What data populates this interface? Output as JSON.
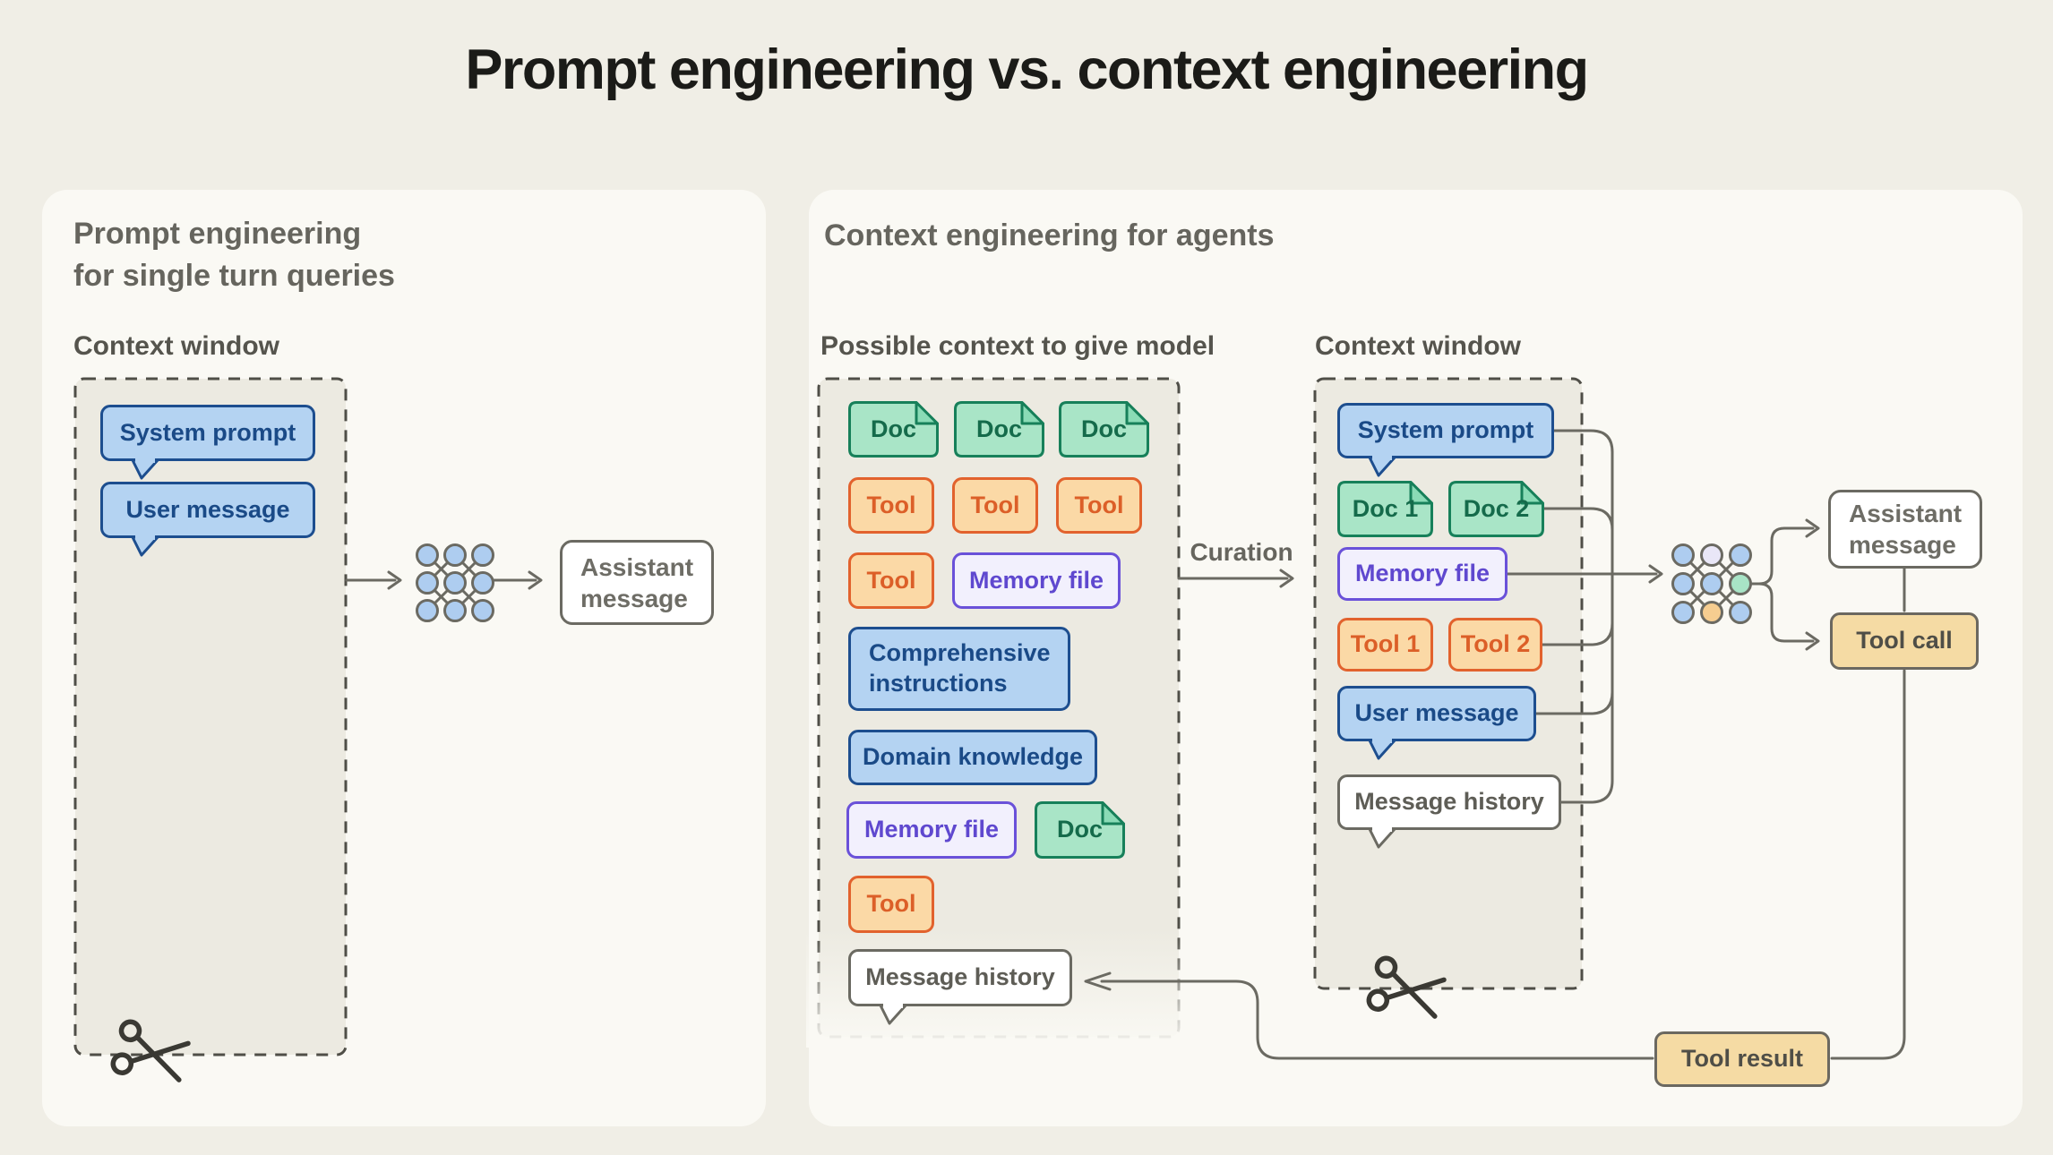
{
  "title": "Prompt engineering vs. context engineering",
  "left_panel": {
    "heading_line1": "Prompt engineering",
    "heading_line2": "for single turn queries",
    "context_window_label": "Context window"
  },
  "right_panel": {
    "heading": "Context engineering for agents",
    "possible_context_label": "Possible context to give model",
    "context_window_label": "Context window",
    "curation_label": "Curation"
  },
  "labels": {
    "system_prompt": "System prompt",
    "user_message": "User message",
    "assistant_message": "Assistant message",
    "doc": "Doc",
    "doc1": "Doc 1",
    "doc2": "Doc 2",
    "tool": "Tool",
    "tool1": "Tool 1",
    "tool2": "Tool 2",
    "memory_file": "Memory file",
    "comprehensive_instructions": "Comprehensive instructions",
    "domain_knowledge": "Domain knowledge",
    "message_history": "Message history",
    "tool_call": "Tool call",
    "tool_result": "Tool result"
  },
  "icons": [
    "neural-network-icon",
    "scissors-icon"
  ],
  "colors": {
    "page_bg": "#F0EEE6",
    "panel_bg": "#FAF9F4",
    "dashed_box_bg": "#ECEAE1",
    "dash_stroke": "#4F4E47",
    "line": "#6B6A62",
    "blue_fill": "#B4D3F2",
    "blue_border": "#1D4E8F",
    "green_fill": "#A9E5C7",
    "green_border": "#17805A",
    "orange_fill": "#FBD9A6",
    "orange_border": "#E2622D",
    "purple_fill": "#F2F0FD",
    "purple_border": "#6A51D9",
    "tan_fill": "#F5DBA4",
    "nn_node_blue": "#AECDF0",
    "nn_node_lavender": "#E9E7F7",
    "nn_node_green": "#A8E4C6",
    "nn_node_orange": "#F6CD90"
  }
}
